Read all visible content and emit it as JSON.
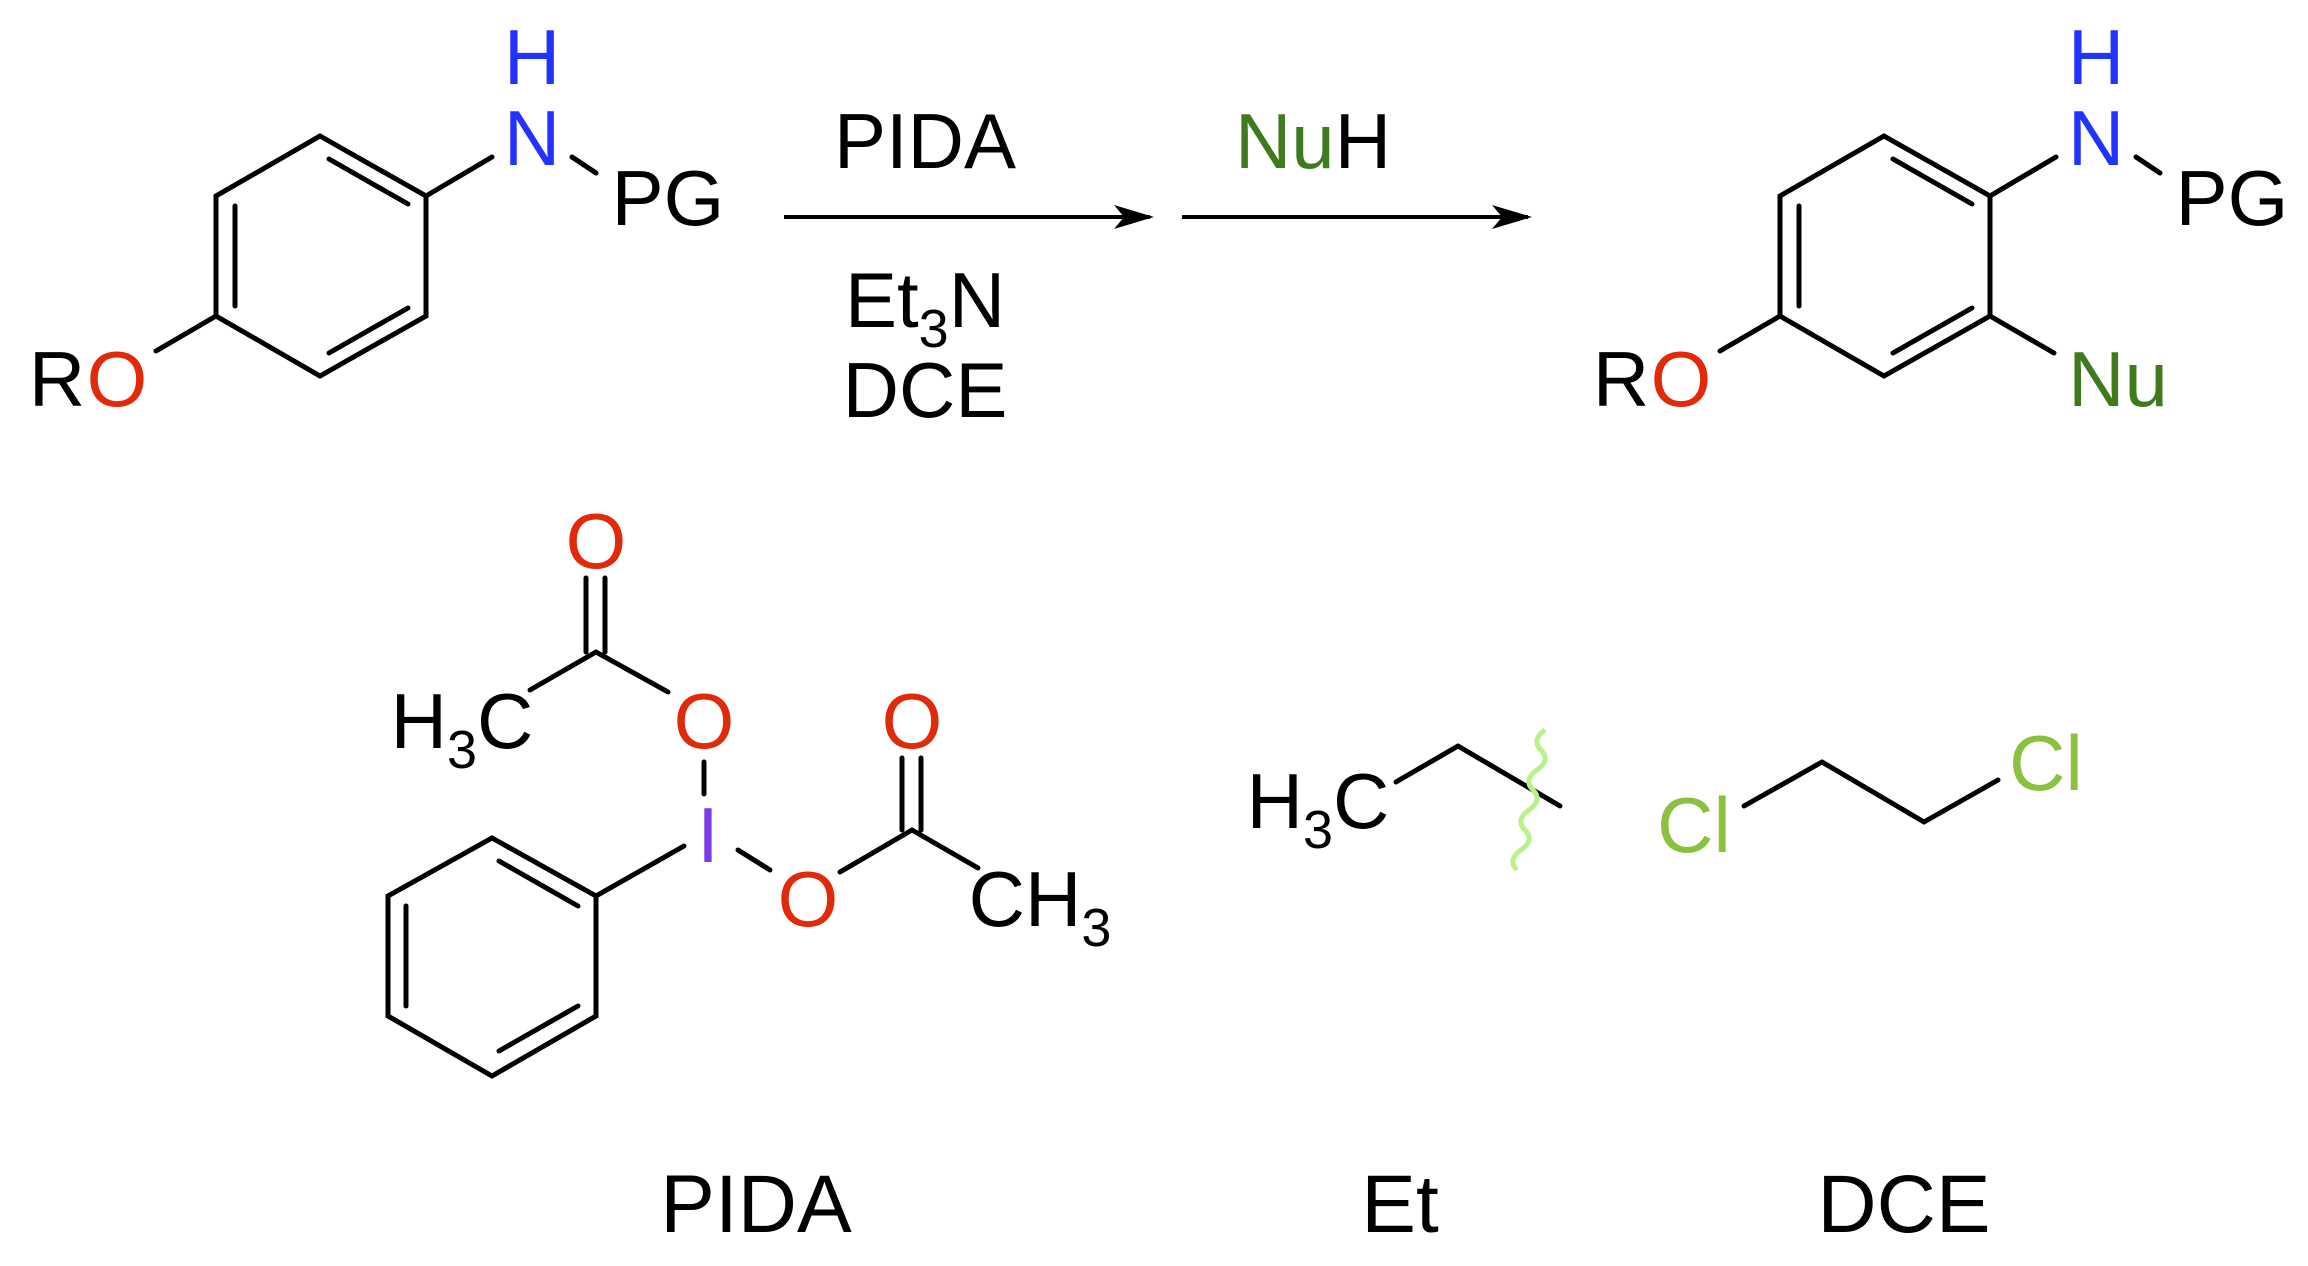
{
  "colors": {
    "black": "#000000",
    "nitrogen": "#2233ff",
    "oxygen": "#e02a0a",
    "iodine": "#7a3ce8",
    "nucleophile": "#3f7a1f",
    "chlorine": "#8ac23f",
    "bondline": "#b7f28a"
  },
  "reaction": {
    "step1": {
      "above": "PIDA",
      "below_line1_main": "Et",
      "below_line1_sub": "3",
      "below_line1_tail": "N",
      "below_line2": "DCE"
    },
    "step2": {
      "above_nu": "Nu",
      "above_h": "H"
    }
  },
  "substrate": {
    "h": "H",
    "n": "N",
    "pg": "PG",
    "r": "R",
    "o": "O"
  },
  "product": {
    "h": "H",
    "n": "N",
    "pg": "PG",
    "r": "R",
    "o": "O",
    "nu": "Nu"
  },
  "pida": {
    "o_carbonyl_1": "O",
    "h3c_h": "H",
    "h3c_3": "3",
    "h3c_c": "C",
    "o_ester_1": "O",
    "iodine": "I",
    "o_ester_2": "O",
    "o_carbonyl_2": "O",
    "ch3_ch": "CH",
    "ch3_3": "3",
    "caption": "PIDA"
  },
  "ethyl": {
    "h3c_h": "H",
    "h3c_3": "3",
    "h3c_c": "C",
    "caption": "Et"
  },
  "dce": {
    "cl_left": "Cl",
    "cl_right": "Cl",
    "caption": "DCE"
  }
}
